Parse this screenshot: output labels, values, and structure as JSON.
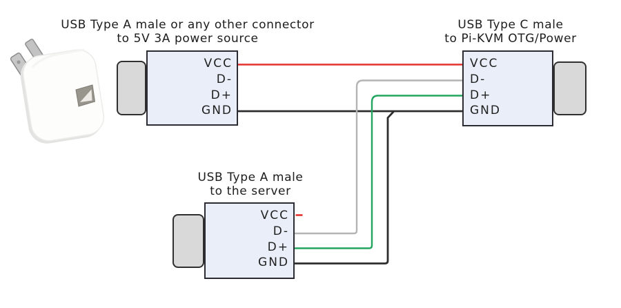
{
  "connectors": {
    "power": {
      "title": [
        "USB Type A male or any other connector",
        "to 5V 3A power source"
      ],
      "pins": [
        "VCC",
        "D-",
        "D+",
        "GND"
      ]
    },
    "pikvm": {
      "title": [
        "USB Type C male",
        "to Pi-KVM OTG/Power"
      ],
      "pins": [
        "VCC",
        "D-",
        "D+",
        "GND"
      ]
    },
    "server": {
      "title": [
        "USB Type A male",
        "to the server"
      ],
      "pins": [
        "VCC",
        "D-",
        "D+",
        "GND"
      ]
    }
  },
  "wires": {
    "vcc": {
      "pin": "VCC",
      "color": "#e5312d"
    },
    "d_minus": {
      "pin": "D-",
      "color": "#b4b4b4"
    },
    "d_plus": {
      "pin": "D+",
      "color": "#22a55e"
    },
    "gnd": {
      "pin": "GND",
      "color": "#2d2d2d"
    }
  },
  "icons": {
    "power_adapter": "white-usb-wall-charger"
  },
  "colors": {
    "block_fill": "#e9eef8",
    "block_border": "#2b2b31",
    "plug_fill": "#d9d9d9",
    "text": "#1c1c1c",
    "background": "#ffffff"
  }
}
